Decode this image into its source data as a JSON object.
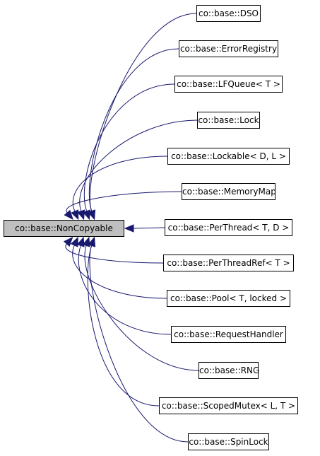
{
  "diagram": {
    "colors": {
      "edge": "#191970",
      "node_border": "#000000",
      "node_fill": "#ffffff",
      "root_fill": "#bfbfbf"
    },
    "root": {
      "label": "co::base::NonCopyable"
    },
    "children": [
      {
        "label": "co::base::DSO"
      },
      {
        "label": "co::base::ErrorRegistry"
      },
      {
        "label": "co::base::LFQueue< T >"
      },
      {
        "label": "co::base::Lock"
      },
      {
        "label": "co::base::Lockable< D, L >"
      },
      {
        "label": "co::base::MemoryMap"
      },
      {
        "label": "co::base::PerThread< T, D >"
      },
      {
        "label": "co::base::PerThreadRef< T >"
      },
      {
        "label": "co::base::Pool< T, locked >"
      },
      {
        "label": "co::base::RequestHandler"
      },
      {
        "label": "co::base::RNG"
      },
      {
        "label": "co::base::ScopedMutex< L, T >"
      },
      {
        "label": "co::base::SpinLock"
      }
    ]
  }
}
